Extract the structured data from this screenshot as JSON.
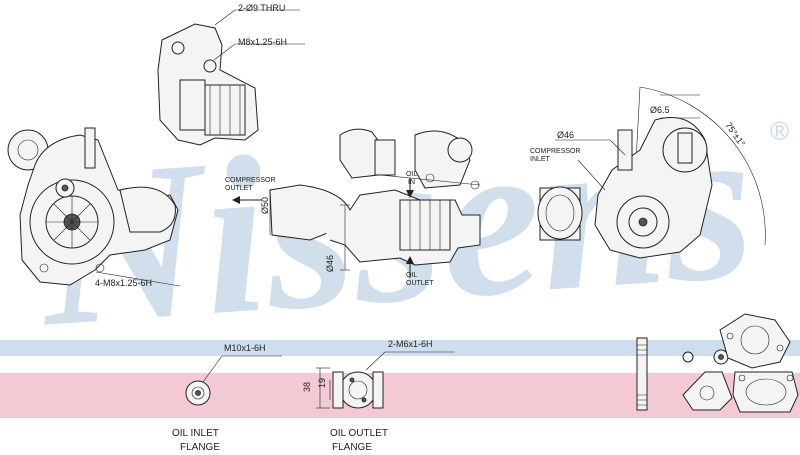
{
  "brand": {
    "wordmark": "Nissens",
    "registered": "®",
    "watermark_color": "#c9d9e8"
  },
  "band_colors": {
    "blue": "#cddfee",
    "pink": "#f3c9d4"
  },
  "callouts": {
    "thru_holes": "2-Ø9 THRU",
    "top_thread": "M8x1.25-6H",
    "left_thread": "4-M8x1.25-6H",
    "compressor_outlet": "COMPRESSOR\nOUTLET",
    "dia_50": "Ø50",
    "dia_46_outlet": "Ø46",
    "oil_in": "OIL\nIN",
    "oil_outlet": "OIL\nOUTLET",
    "dia_46_inlet": "Ø46",
    "compressor_inlet": "COMPRESSOR\nINLET",
    "dia_6_5": "Ø6.5",
    "angle": "75°±1°",
    "oil_inlet_thread": "M10x1-6H",
    "oil_outlet_thread": "2-M6x1-6H",
    "dim_38": "38",
    "dim_19": "19",
    "oil_inlet_flange": "OIL INLET\nFLANGE",
    "oil_outlet_flange": "OIL OUTLET\nFLANGE"
  }
}
